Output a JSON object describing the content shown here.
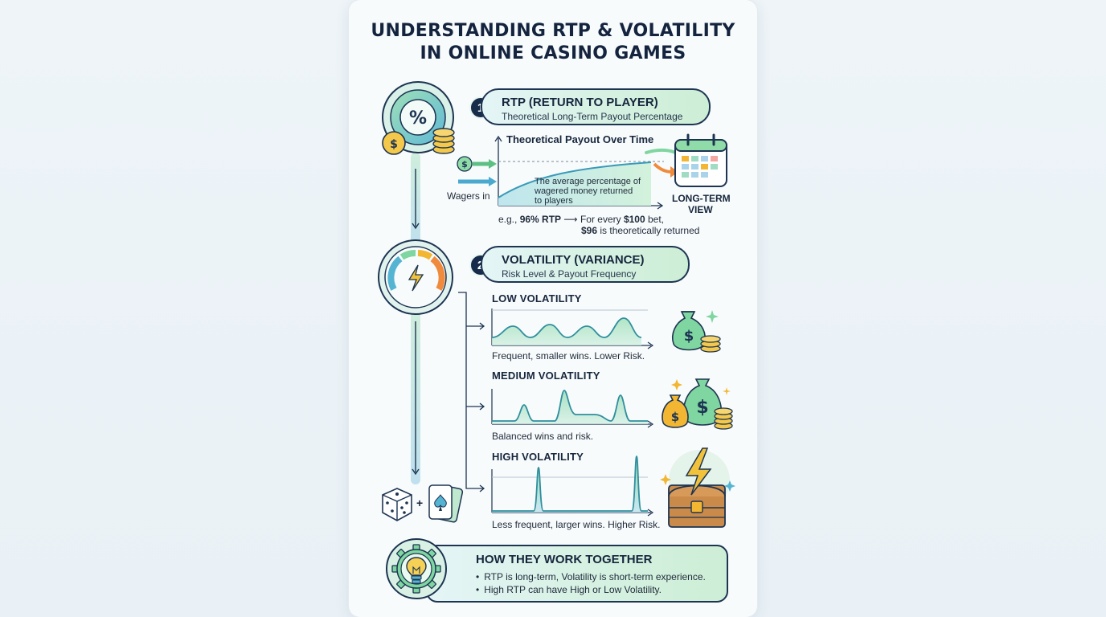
{
  "title_line1": "UNDERSTANDING RTP & VOLATILITY",
  "title_line2": "IN ONLINE CASINO GAMES",
  "rtp": {
    "number": "1",
    "title": "RTP (RETURN TO PLAYER)",
    "subtitle": "Theoretical Long-Term Payout Percentage",
    "icon": "percent-gauge-icon",
    "chart_title": "Theoretical Payout Over Time",
    "wagers_label": "Wagers in",
    "curve_note": [
      "The average percentage of",
      "wagered money returned",
      "to players"
    ],
    "longterm_label": [
      "LONG-TERM",
      "VIEW"
    ],
    "example_prefix": "e.g., ",
    "example_rtp": "96% RTP",
    "example_arrow": "⟶",
    "example_line1_pre": "For every ",
    "example_bet": "$100",
    "example_line1_post": " bet,",
    "example_returned": "$96",
    "example_line2_post": " is theoretically returned"
  },
  "volatility": {
    "number": "2",
    "title": "VOLATILITY (VARIANCE)",
    "subtitle": "Risk Level & Payout Frequency",
    "icon": "speedometer-lightning-icon",
    "levels": [
      {
        "title": "LOW VOLATILITY",
        "desc": "Frequent, smaller wins. Lower Risk.",
        "icon": "money-bag-coins-icon"
      },
      {
        "title": "MEDIUM VOLATILITY",
        "desc": "Balanced wins and risk.",
        "icon": "two-money-bags-icon"
      },
      {
        "title": "HIGH VOLATILITY",
        "desc": "Less frequent, larger wins. Higher Risk.",
        "icon": "treasure-chest-lightning-icon"
      }
    ]
  },
  "games_plus": "+",
  "together": {
    "title": "HOW THEY WORK TOGETHER",
    "bullets": [
      "RTP is long-term, Volatility is short-term experience.",
      "High RTP can have High or Low Volatility."
    ],
    "icon": "lightbulb-gear-icon"
  },
  "colors": {
    "navy": "#172c4a",
    "mint": "#7fd6a0",
    "teal": "#56b4d3",
    "gold": "#f2b632",
    "orange": "#f08a3c"
  }
}
